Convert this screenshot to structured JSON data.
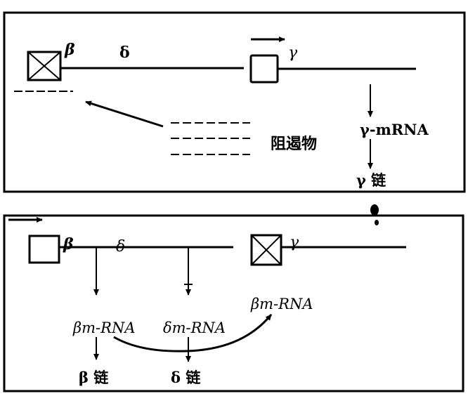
{
  "top_panel": {
    "gene_beta": "β",
    "gene_delta": "δ",
    "gene_gamma": "γ",
    "repressor_label": "阻遏物",
    "gamma_mrna": "γ-mRNA",
    "gamma_chain": "γ 链"
  },
  "bottom_panel": {
    "gene_beta": "β",
    "gene_delta": "δ",
    "gene_gamma": "γ",
    "beta_mrna": "βm-RNA",
    "delta_mrna": "δm-RNA",
    "beta_mrna_repressor": "βm-RNA",
    "beta_chain": "β 链",
    "delta_chain": "δ 链"
  }
}
